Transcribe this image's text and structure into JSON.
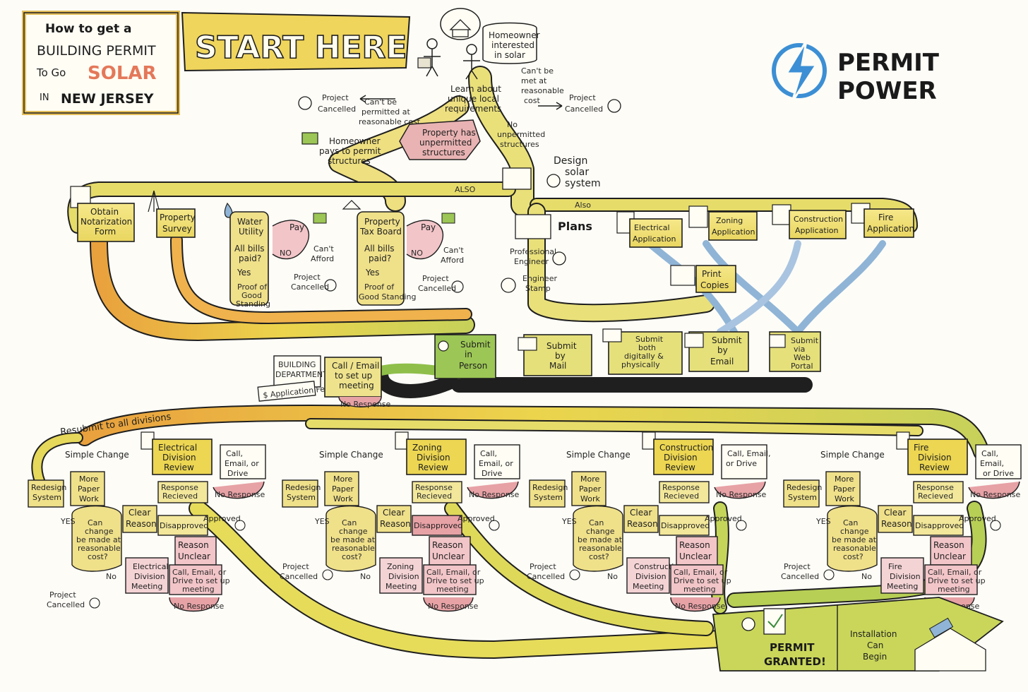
{
  "title": {
    "line1": "How to get a",
    "line2": "BUILDING PERMIT",
    "line3_a": "To Go",
    "line3_b": "SOLAR",
    "line4_a": "IN",
    "line4_b": "NEW JERSEY"
  },
  "start_banner": "START HERE",
  "logo": {
    "line1": "PERMIT",
    "line2": "POWER",
    "icon": "lightning-bolt-icon"
  },
  "top": {
    "homeowner": [
      "Homeowner",
      "interested",
      "in solar"
    ],
    "learn": [
      "Learn about",
      "unique local",
      "requirements"
    ],
    "cant_permit_left": [
      "Can't be",
      "permitted at",
      "reasonable cost"
    ],
    "cancel_left": [
      "Project",
      "Cancelled"
    ],
    "cant_met_right": [
      "Can't be",
      "met at",
      "reasonable",
      "cost"
    ],
    "cancel_right": [
      "Project",
      "Cancelled"
    ],
    "unpermitted": [
      "Property has",
      "unpermitted",
      "structures"
    ],
    "no_unpermitted": [
      "No",
      "unpermitted",
      "structures"
    ],
    "pays": [
      "Homeowner",
      "pays to permit",
      "structures"
    ],
    "design": [
      "Design",
      "solar",
      "system"
    ],
    "also_left": "ALSO",
    "also_right": "Also"
  },
  "left_group": {
    "notarization": [
      "Obtain",
      "Notarization",
      "Form"
    ],
    "survey": [
      "Property",
      "Survey"
    ],
    "water": [
      "Water",
      "Utility"
    ],
    "tax": [
      "Property",
      "Tax Board"
    ],
    "pay": "Pay",
    "bills": [
      "All bills",
      "paid?"
    ],
    "no": "NO",
    "yes": "Yes",
    "cant_afford": [
      "Can't",
      "Afford"
    ],
    "cancelled": [
      "Project",
      "Cancelled"
    ],
    "good_standing": [
      "Proof of",
      "Good",
      "Standing"
    ],
    "good_standing_tax": [
      "Proof of",
      "Good Standing"
    ]
  },
  "right_group": {
    "plans": "Plans",
    "engineer": [
      "Professional",
      "Engineer"
    ],
    "stamp": [
      "Engineer",
      "Stamp"
    ],
    "electrical_app": [
      "Electrical",
      "Application"
    ],
    "zoning_app": [
      "Zoning",
      "Application"
    ],
    "construction_app": [
      "Construction",
      "Application"
    ],
    "fire_app": [
      "Fire",
      "Application"
    ],
    "print": [
      "Print",
      "Copies"
    ]
  },
  "submit": {
    "person": [
      "Submit",
      "in",
      "Person"
    ],
    "mail": [
      "Submit",
      "by",
      "Mail"
    ],
    "both": [
      "Submit",
      "both",
      "digitally &",
      "physically"
    ],
    "email": [
      "Submit",
      "by",
      "Email"
    ],
    "web": [
      "Submit",
      "via",
      "Web",
      "Portal"
    ]
  },
  "building": {
    "dept": [
      "BUILDING",
      "DEPARTMENT"
    ],
    "fee": "$ Application Fee",
    "call": [
      "Call / Email",
      "to set up",
      "meeting"
    ],
    "no_response": "No Response",
    "resubmit": "Resubmit to all divisions"
  },
  "divisions": [
    {
      "review": [
        "Electrical",
        "Division",
        "Review"
      ],
      "meeting": [
        "Electrical",
        "Division",
        "Meeting"
      ],
      "call": [
        "Call,",
        "Email, or",
        "Drive"
      ]
    },
    {
      "review": [
        "Zoning",
        "Division",
        "Review"
      ],
      "meeting": [
        "Zoning",
        "Division",
        "Meeting"
      ],
      "call": [
        "Call,",
        "Email, or",
        "Drive"
      ]
    },
    {
      "review": [
        "Construction",
        "Division",
        "Review"
      ],
      "meeting": [
        "Construction",
        "Division",
        "Meeting"
      ],
      "call": [
        "Call, Email,",
        "or Drive"
      ]
    },
    {
      "review": [
        "Fire",
        "Division",
        "Review"
      ],
      "meeting": [
        "Fire",
        "Division",
        "Meeting"
      ],
      "call": [
        "Call,",
        "Email,",
        "or Drive"
      ]
    }
  ],
  "division_common": {
    "simple_change": "Simple Change",
    "redesign": [
      "Redesign",
      "System"
    ],
    "more_paperwork": [
      "More",
      "Paper",
      "Work"
    ],
    "response": [
      "Response",
      "Recieved"
    ],
    "no_response": "No Response",
    "clear": [
      "Clear",
      "Reason"
    ],
    "disapproved": "Disapproved",
    "approved": "Approved",
    "unclear": [
      "Reason",
      "Unclear"
    ],
    "can_change": [
      "Can",
      "change",
      "be made at",
      "reasonable",
      "cost?"
    ],
    "yes": "YES",
    "no": "No",
    "call_setup": [
      "Call, Email, or",
      "Drive to set up",
      "meeting"
    ],
    "cancelled": [
      "Project",
      "Cancelled"
    ]
  },
  "end": {
    "granted": [
      "PERMIT",
      "GRANTED!"
    ],
    "install": [
      "Installation",
      "Can",
      "Begin"
    ]
  },
  "colors": {
    "path_yellow": "#e8d84a",
    "path_orange": "#e9a13d",
    "path_green": "#8fbf4a",
    "path_blue": "#8fb4d6",
    "pink": "#e7a2a6",
    "ink": "#1f1f1f"
  }
}
